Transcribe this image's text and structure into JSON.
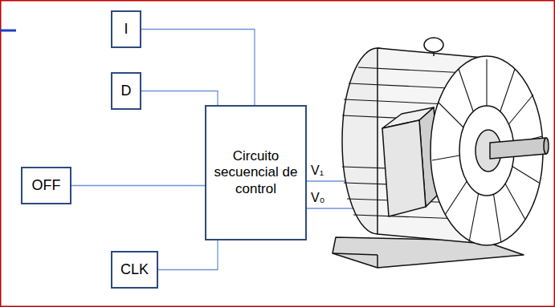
{
  "diagram": {
    "nodes": [
      {
        "text": [
          "I"
        ]
      },
      {
        "text": [
          "D"
        ]
      },
      {
        "text": [
          "Circuito secuencial de control"
        ]
      },
      {
        "text": [
          "OFF"
        ]
      },
      {
        "text": [
          "CLK"
        ]
      }
    ],
    "edges": [
      {
        "from": 0,
        "to": 2,
        "arrow": "none"
      },
      {
        "from": 1,
        "to": 2,
        "arrow": "none"
      },
      {
        "from": 3,
        "to": 2,
        "arrow": "none"
      },
      {
        "from": 4,
        "to": 2,
        "arrow": "none"
      }
    ],
    "labels": [
      "V₁",
      "V₀"
    ]
  }
}
